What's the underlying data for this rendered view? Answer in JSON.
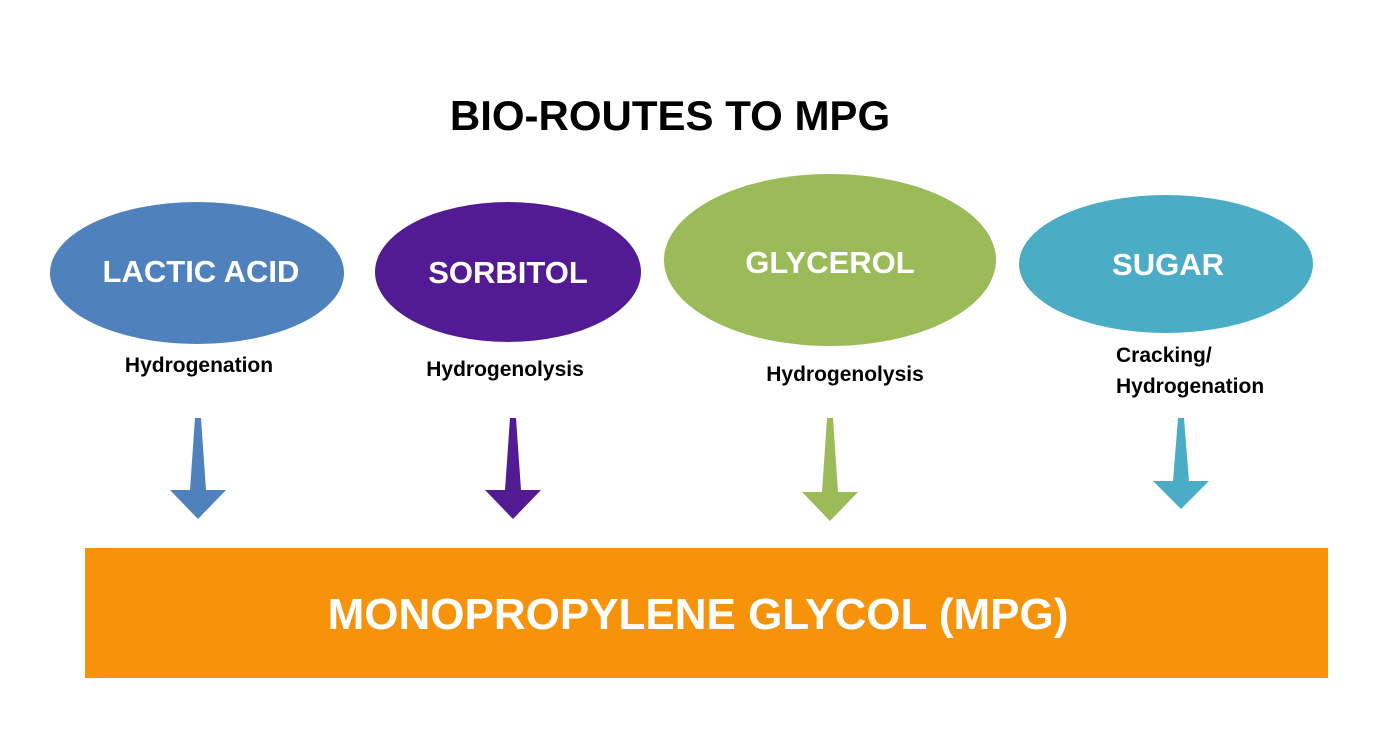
{
  "title": "BIO-ROUTES TO MPG",
  "routes": [
    {
      "source": "LACTIC ACID",
      "process": [
        "Hydrogenation"
      ],
      "color": "#4f81bd"
    },
    {
      "source": "SORBITOL",
      "process": [
        "Hydrogenolysis"
      ],
      "color": "#521b93"
    },
    {
      "source": "GLYCEROL",
      "process": [
        "Hydrogenolysis"
      ],
      "color": "#9bbb59"
    },
    {
      "source": "SUGAR",
      "process": [
        "Cracking/",
        "Hydrogenation"
      ],
      "color": "#4bacc6"
    }
  ],
  "product": {
    "label": "MONOPROPYLENE GLYCOL (MPG)",
    "color": "#f7930a"
  }
}
